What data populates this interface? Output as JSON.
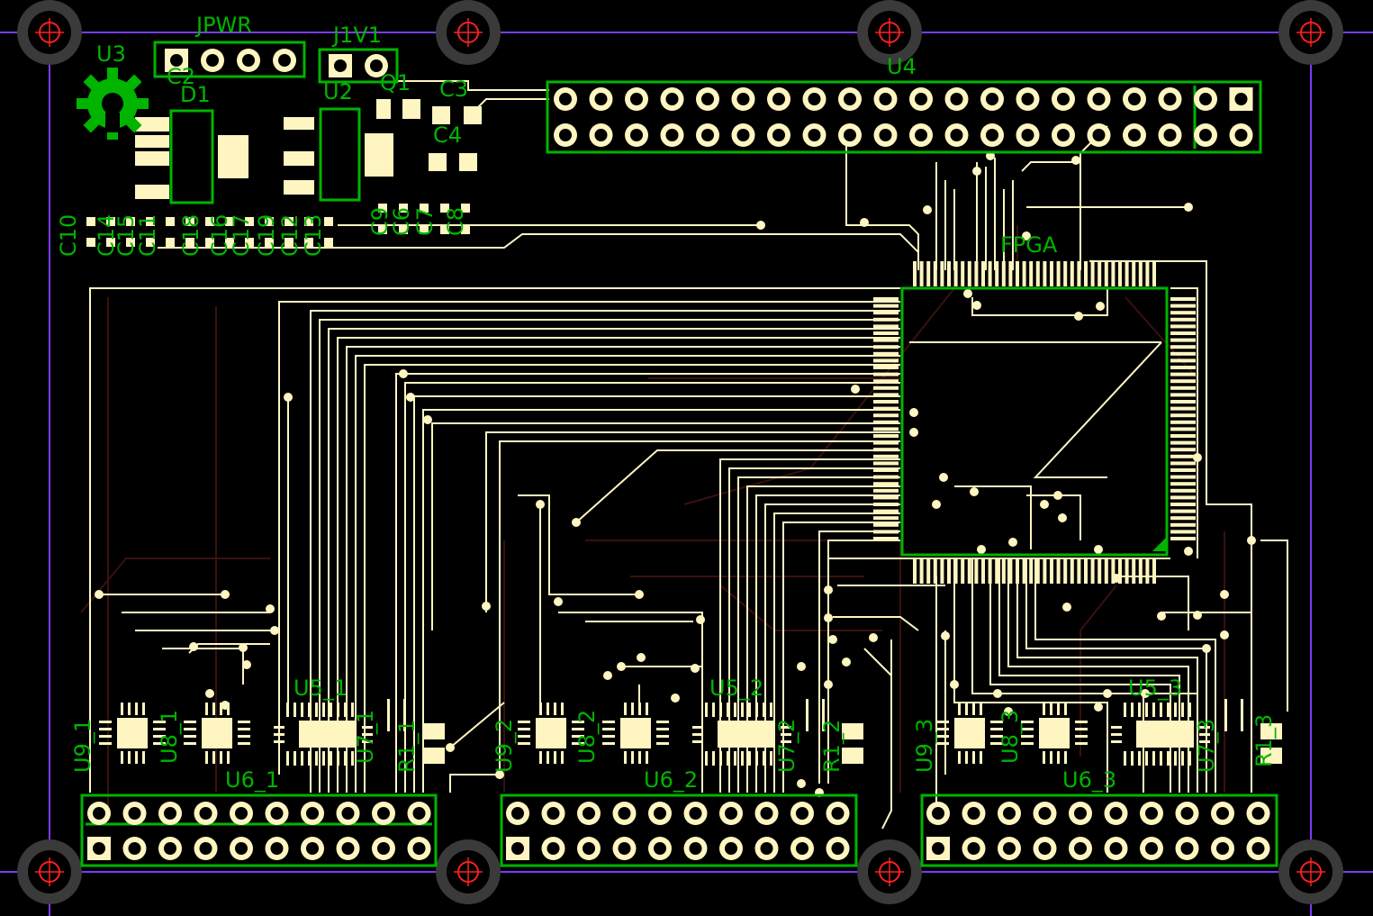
{
  "app": {
    "title": "PCB layout view"
  },
  "colors": {
    "background": "#000000",
    "silkscreen": "#00b400",
    "copper": "#fff5c0",
    "inner_trace": "#3a1010",
    "edge": "#7a3cff",
    "drill": "#ff2020",
    "mount_ring": "#3a3a3a"
  },
  "labels": {
    "jpwr": "JPWR",
    "j1v1": "J1V1",
    "u3": "U3",
    "u4": "U4",
    "u2": "U2",
    "q1": "Q1",
    "c3": "C3",
    "c4": "C4",
    "c2": "C2",
    "d1": "D1",
    "fpga": "FPGA",
    "c10": "C10",
    "c18": "C18",
    "c8": "C8",
    "c7": "C7",
    "c6": "C6",
    "c14": "C14",
    "c15": "C15",
    "c11": "C11",
    "c16": "C16",
    "c17": "C17",
    "c19": "C19",
    "c12": "C12",
    "c13": "C13",
    "c9": "C9",
    "u5_1": "U5_1",
    "u5_2": "U5_2",
    "u5_3": "U5_3",
    "u6_1": "U6_1",
    "u6_2": "U6_2",
    "u6_3": "U6_3",
    "u7_1": "U7_1",
    "u7_2": "U7_2",
    "u7_3": "U7_3",
    "u8_1": "U8_1",
    "u8_2": "U8_2",
    "u8_3": "U8_3",
    "u9_1": "U9_1",
    "u9_2": "U9_2",
    "u9_3": "U9_3",
    "r1_1": "R1_1",
    "r1_2": "R1_2",
    "r1_3": "R1_3"
  }
}
